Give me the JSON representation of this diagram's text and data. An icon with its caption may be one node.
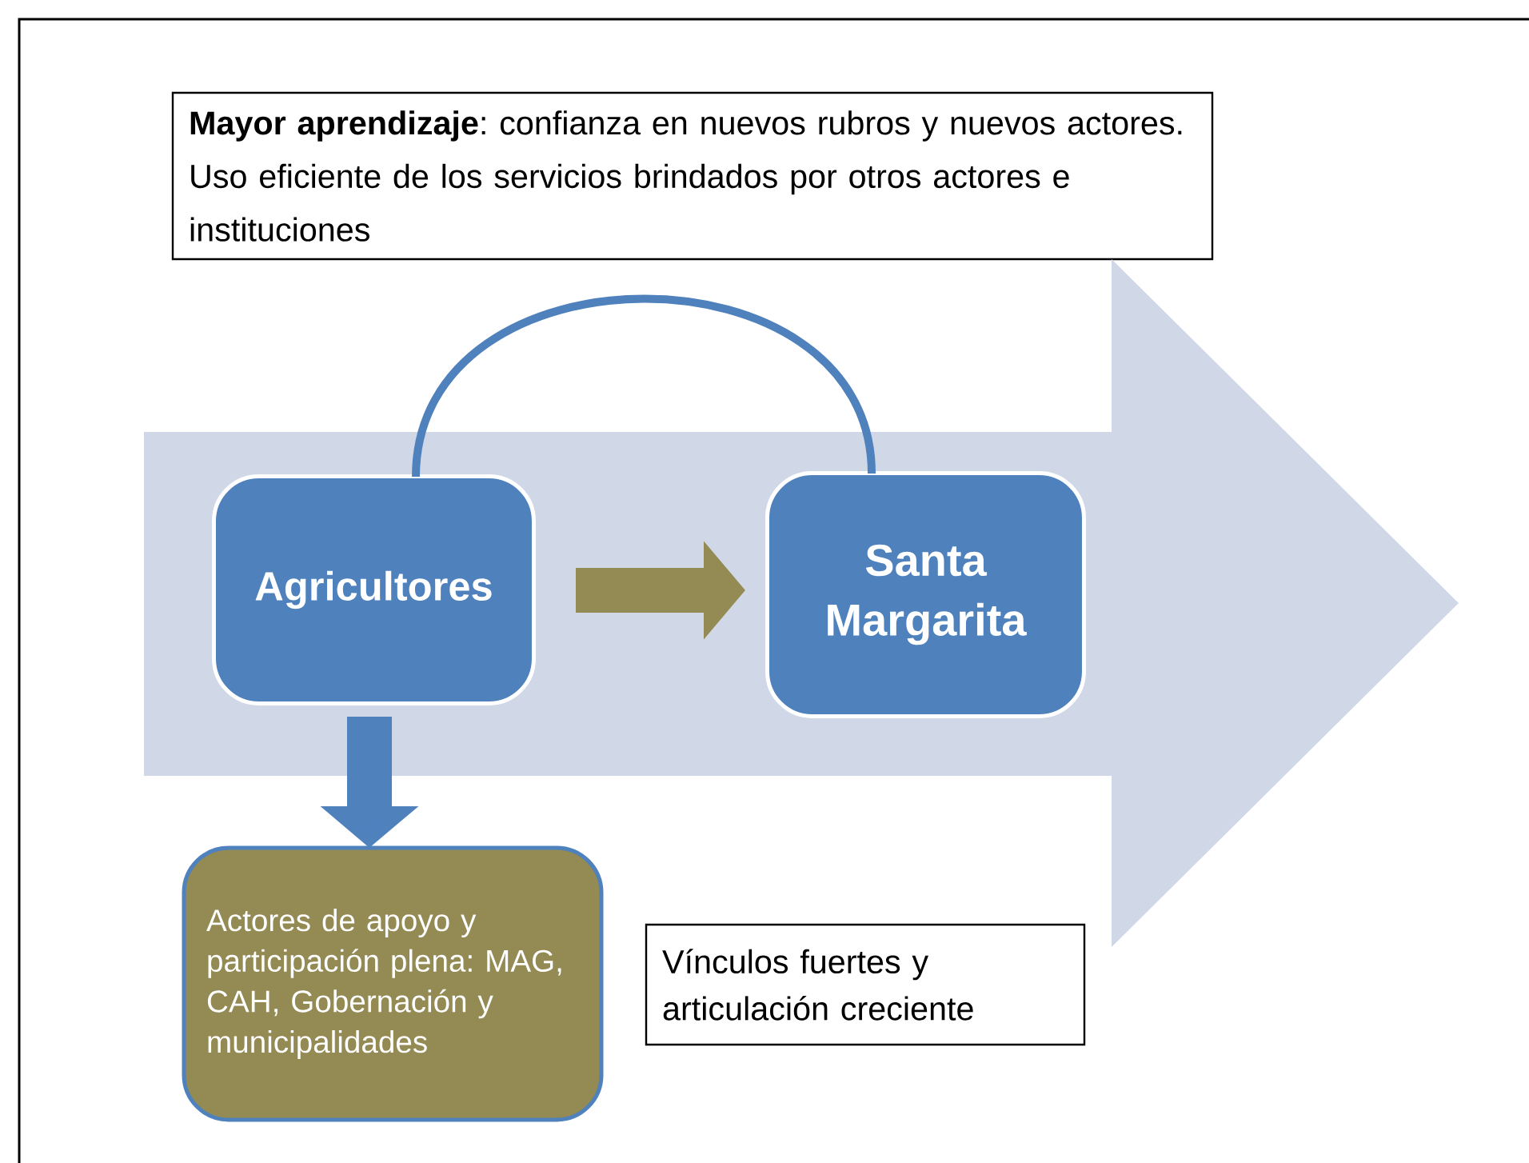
{
  "diagram": {
    "nodes": [
      {
        "text": [
          "**Mayor aprendizaje**: confianza en nuevos rubros y nuevos actores. Uso eficiente de los servicios brindados por otros actores e instituciones"
        ]
      },
      {
        "text": [],
        "shape": "arrow"
      },
      {
        "text": [
          "Agricultores"
        ],
        "in": 1
      },
      {
        "text": [
          "Santa Margarita"
        ],
        "in": 1
      },
      {
        "text": [
          "Actores de apoyo y participación plena: MAG, CAH, Gobernación y municipalidades"
        ]
      },
      {
        "text": [
          "Vínculos fuertes y articulación creciente"
        ]
      }
    ],
    "edges": [
      {
        "from": 2,
        "to": 3,
        "arrow": "to",
        "color": "#948a54"
      },
      {
        "from": 2,
        "to": 4,
        "arrow": "to"
      },
      {
        "from": 2,
        "to": 3,
        "arrow": "none"
      }
    ]
  }
}
